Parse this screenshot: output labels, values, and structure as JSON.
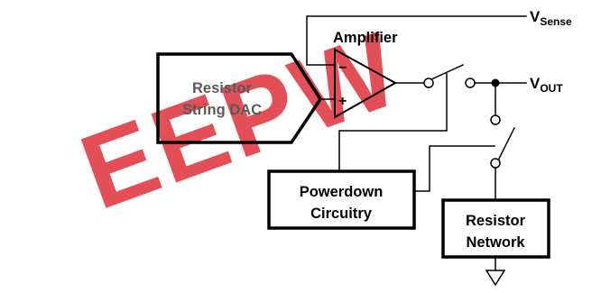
{
  "watermark": {
    "text": "EEPW",
    "color": "#e0303a"
  },
  "blocks": {
    "dac": {
      "line1": "Resistor",
      "line2": "String DAC"
    },
    "amplifier": {
      "label": "Amplifier",
      "minus": "−",
      "plus": "+"
    },
    "powerdown": {
      "line1": "Powerdown",
      "line2": "Circuitry"
    },
    "network": {
      "line1": "Resistor",
      "line2": "Network"
    }
  },
  "pins": {
    "vsense": {
      "main": "V",
      "sub": "Sense"
    },
    "vout": {
      "main": "V",
      "sub": "OUT"
    }
  }
}
